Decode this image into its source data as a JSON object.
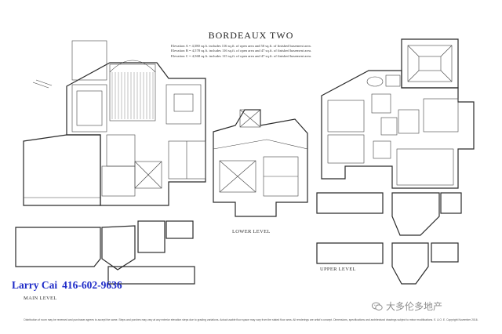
{
  "document": {
    "title": "BORDEAUX TWO",
    "elevations": [
      "Elevation A = 4,580 sq.ft. includes 116 sq.ft. of open area and 50 sq.ft. of finished basement area.",
      "Elevation B = 4,578 sq.ft. includes 116 sq.ft. of open area and 47 sq.ft. of finished basement area.",
      "Elevation C = 4,568 sq.ft. includes 115 sq.ft. of open area and 47 sq.ft. of finished basement area."
    ],
    "labels": {
      "main_level": "MAIN LEVEL",
      "lower_level": "LOWER LEVEL",
      "upper_level": "UPPER LEVEL"
    },
    "agent": {
      "name": "Larry Cai",
      "phone": "416-602-9636"
    },
    "watermark": "大多伦多地产",
    "disclaimer": "Distribution of room may be reversed and purchaser agrees to accept the same. Steps and porches may vary at any exterior elevation steps due to grading variations. Actual usable floor space may vary from the stated floor area. All renderings are artist's concept. Dimensions, specifications and architectural drawings subject to minor modifications. E. & O. E. Copyright November 2016."
  }
}
